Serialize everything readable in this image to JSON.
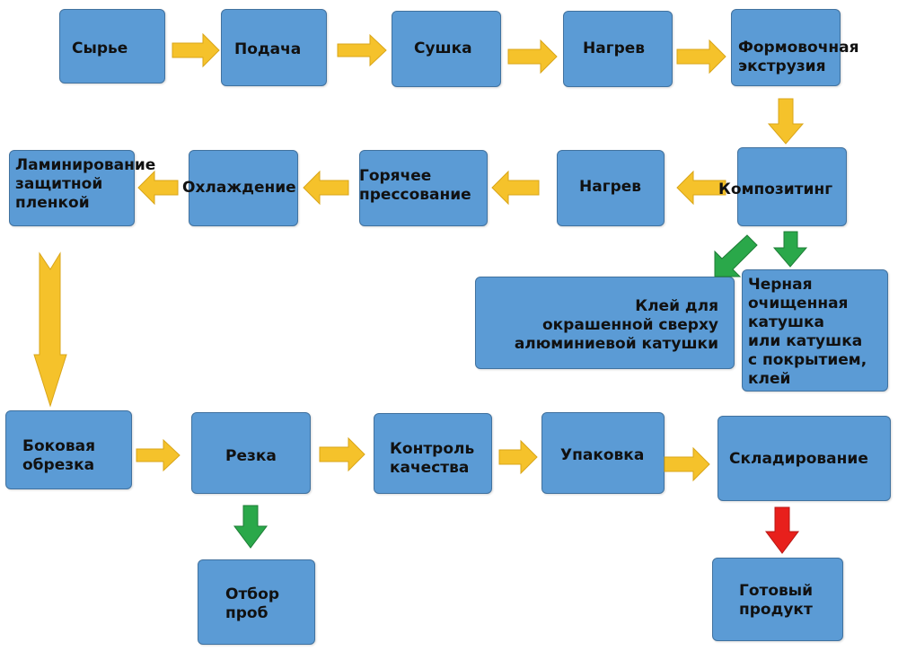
{
  "nodes": {
    "raw": "Сырье",
    "feed": "Подача",
    "dry": "Сушка",
    "heat1": "Нагрев",
    "extrusion": "Формовочная\nэкструзия",
    "compositing": "Композитинг",
    "heat2": "Нагрев",
    "hotpress": "Горячее\nпрессование",
    "cooling": "Охлаждение",
    "lamination": "Ламинирование\nзащитной\nпленкой",
    "glue": "Клей для\nокрашенной сверху\nалюминиевой катушки",
    "coil": "Черная\nочищенная\nкатушка\nили катушка\nс покрытием,\nклей",
    "edge": "Боковая\nобрезка",
    "cut": "Резка",
    "qc": "Контроль\nкачества",
    "pack": "Упаковка",
    "store": "Складирование",
    "sampling": "Отбор\nпроб",
    "product": "Готовый\nпродукт"
  },
  "colors": {
    "box_fill": "#5b9bd5",
    "box_border": "#41729f",
    "arrow_main": "#f5c22b",
    "arrow_branch": "#2aa84a",
    "arrow_final": "#e8201c"
  }
}
